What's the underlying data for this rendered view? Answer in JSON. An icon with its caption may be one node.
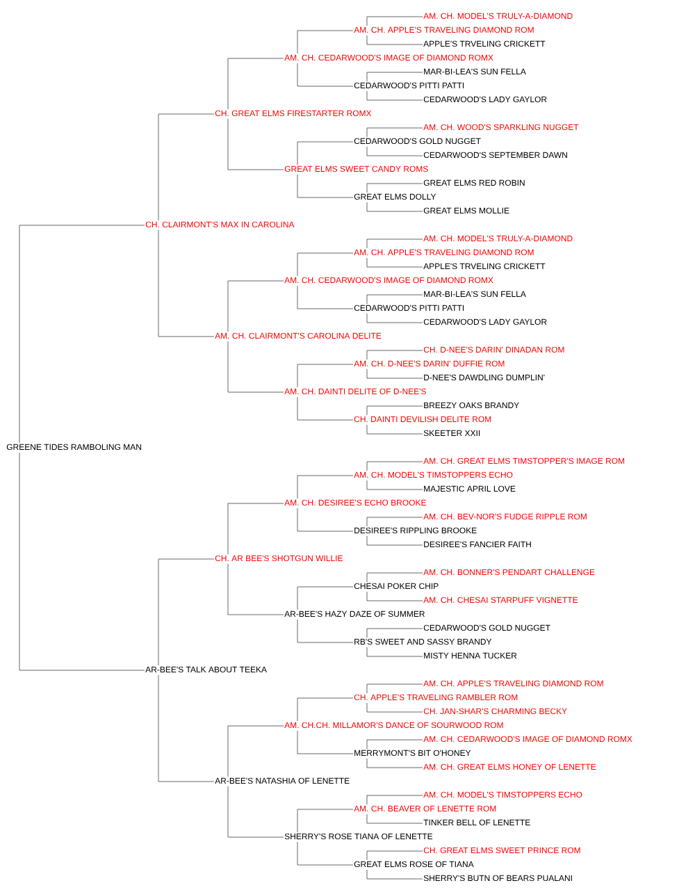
{
  "diagram": {
    "nodes": [
      {
        "text": [
          "AM. CH. MODEL'S TRULY-A-DIAMOND"
        ]
      },
      {
        "text": [
          "AM. CH. APPLE'S TRAVELING DIAMOND ROM"
        ]
      },
      {
        "text": [
          "APPLE'S TRVELING CRICKETT"
        ]
      },
      {
        "text": [
          "AM. CH. CEDARWOOD'S IMAGE OF DIAMOND ROMX"
        ]
      },
      {
        "text": [
          "MAR-BI-LEA'S SUN FELLA"
        ]
      },
      {
        "text": [
          "CEDARWOOD'S PITTI PATTI"
        ]
      },
      {
        "text": [
          "CEDARWOOD'S LADY GAYLOR"
        ]
      },
      {
        "text": [
          "CH. GREAT ELMS FIRESTARTER ROMX"
        ]
      },
      {
        "text": [
          "AM. CH. WOOD'S SPARKLING NUGGET"
        ]
      },
      {
        "text": [
          "CEDARWOOD'S GOLD NUGGET"
        ]
      },
      {
        "text": [
          "CEDARWOOD'S SEPTEMBER DAWN"
        ]
      },
      {
        "text": [
          "GREAT ELMS SWEET CANDY ROMS"
        ]
      },
      {
        "text": [
          "GREAT ELMS RED ROBIN"
        ]
      },
      {
        "text": [
          "GREAT ELMS DOLLY"
        ]
      },
      {
        "text": [
          "GREAT ELMS MOLLIE"
        ]
      },
      {
        "text": [
          "CH. CLAIRMONT'S MAX IN CAROLINA"
        ]
      },
      {
        "text": [
          "AM. CH. MODEL'S TRULY-A-DIAMOND"
        ]
      },
      {
        "text": [
          "AM. CH. APPLE'S TRAVELING DIAMOND ROM"
        ]
      },
      {
        "text": [
          "APPLE'S TRVELING CRICKETT"
        ]
      },
      {
        "text": [
          "AM. CH. CEDARWOOD'S IMAGE OF DIAMOND ROMX"
        ]
      },
      {
        "text": [
          "MAR-BI-LEA'S SUN FELLA"
        ]
      },
      {
        "text": [
          "CEDARWOOD'S PITTI PATTI"
        ]
      },
      {
        "text": [
          "CEDARWOOD'S LADY GAYLOR"
        ]
      },
      {
        "text": [
          "AM. CH. CLAIRMONT'S CAROLINA DELITE"
        ]
      },
      {
        "text": [
          "CH. D-NEE'S DARIN' DINADAN ROM"
        ]
      },
      {
        "text": [
          "AM. CH. D-NEE'S DARIN' DUFFIE ROM"
        ]
      },
      {
        "text": [
          "D-NEE'S DAWDLING DUMPLIN'"
        ]
      },
      {
        "text": [
          "AM. CH. DAINTI DELITE OF D-NEE'S"
        ]
      },
      {
        "text": [
          "BREEZY OAKS BRANDY"
        ]
      },
      {
        "text": [
          "CH. DAINTI DEVILISH DELITE ROM"
        ]
      },
      {
        "text": [
          "SKEETER XXII"
        ]
      },
      {
        "text": [
          "GREENE TIDES RAMBOLING MAN"
        ]
      },
      {
        "text": [
          "AM. CH. GREAT ELMS TIMSTOPPER'S IMAGE ROM"
        ]
      },
      {
        "text": [
          "AM. CH. MODEL'S TIMSTOPPERS ECHO"
        ]
      },
      {
        "text": [
          "MAJESTIC APRIL LOVE"
        ]
      },
      {
        "text": [
          "AM. CH. DESIREE'S ECHO BROOKE"
        ]
      },
      {
        "text": [
          "AM. CH. BEV-NOR'S FUDGE RIPPLE ROM"
        ]
      },
      {
        "text": [
          "DESIREE'S RIPPLING BROOKE"
        ]
      },
      {
        "text": [
          "DESIREE'S FANCIER FAITH"
        ]
      },
      {
        "text": [
          "CH. AR BEE'S SHOTGUN WILLIE"
        ]
      },
      {
        "text": [
          "AM. CH. BONNER'S PENDART CHALLENGE"
        ]
      },
      {
        "text": [
          "CHESAI POKER CHIP"
        ]
      },
      {
        "text": [
          "AM. CH. CHESAI STARPUFF VIGNETTE"
        ]
      },
      {
        "text": [
          "AR-BEE'S HAZY DAZE OF SUMMER"
        ]
      },
      {
        "text": [
          "CEDARWOOD'S GOLD NUGGET"
        ]
      },
      {
        "text": [
          "RB'S SWEET AND SASSY BRANDY"
        ]
      },
      {
        "text": [
          "MISTY HENNA TUCKER"
        ]
      },
      {
        "text": [
          "AR-BEE'S TALK ABOUT TEEKA"
        ]
      },
      {
        "text": [
          "AM. CH. APPLE'S TRAVELING DIAMOND ROM"
        ]
      },
      {
        "text": [
          "CH. APPLE'S TRAVELING RAMBLER ROM"
        ]
      },
      {
        "text": [
          "CH. JAN-SHAR'S CHARMING BECKY"
        ]
      },
      {
        "text": [
          "AM. CH.CH. MILLAMOR'S DANCE OF SOURWOOD ROM"
        ]
      },
      {
        "text": [
          "AM. CH. CEDARWOOD'S IMAGE OF DIAMOND ROMX"
        ]
      },
      {
        "text": [
          "MERRYMONT'S BIT O'HONEY"
        ]
      },
      {
        "text": [
          "AM. CH. GREAT ELMS HONEY OF LENETTE"
        ]
      },
      {
        "text": [
          "AR-BEE'S NATASHIA OF LENETTE"
        ]
      },
      {
        "text": [
          "AM. CH. MODEL'S TIMSTOPPERS ECHO"
        ]
      },
      {
        "text": [
          "AM. CH. BEAVER OF LENETTE ROM"
        ]
      },
      {
        "text": [
          "TINKER BELL OF LENETTE"
        ]
      },
      {
        "text": [
          "SHERRY'S ROSE TIANA OF LENETTE"
        ]
      },
      {
        "text": [
          "CH. GREAT ELMS SWEET PRINCE ROM"
        ]
      },
      {
        "text": [
          "GREAT ELMS ROSE OF TIANA"
        ]
      },
      {
        "text": [
          "SHERRY'S BUTN OF BEARS PUALANI"
        ]
      }
    ],
    "edges": [
      {
        "from": 31,
        "to": 15,
        "arrow": "none"
      },
      {
        "from": 31,
        "to": 47,
        "arrow": "none"
      },
      {
        "from": 15,
        "to": 7,
        "arrow": "none"
      },
      {
        "from": 15,
        "to": 23,
        "arrow": "none"
      },
      {
        "from": 47,
        "to": 39,
        "arrow": "none"
      },
      {
        "from": 47,
        "to": 55,
        "arrow": "none"
      },
      {
        "from": 7,
        "to": 3,
        "arrow": "none"
      },
      {
        "from": 7,
        "to": 11,
        "arrow": "none"
      },
      {
        "from": 23,
        "to": 19,
        "arrow": "none"
      },
      {
        "from": 23,
        "to": 27,
        "arrow": "none"
      },
      {
        "from": 39,
        "to": 35,
        "arrow": "none"
      },
      {
        "from": 39,
        "to": 43,
        "arrow": "none"
      },
      {
        "from": 55,
        "to": 51,
        "arrow": "none"
      },
      {
        "from": 55,
        "to": 59,
        "arrow": "none"
      },
      {
        "from": 3,
        "to": 1,
        "arrow": "none"
      },
      {
        "from": 3,
        "to": 5,
        "arrow": "none"
      },
      {
        "from": 11,
        "to": 9,
        "arrow": "none"
      },
      {
        "from": 11,
        "to": 13,
        "arrow": "none"
      },
      {
        "from": 19,
        "to": 17,
        "arrow": "none"
      },
      {
        "from": 19,
        "to": 21,
        "arrow": "none"
      },
      {
        "from": 27,
        "to": 25,
        "arrow": "none"
      },
      {
        "from": 27,
        "to": 29,
        "arrow": "none"
      },
      {
        "from": 35,
        "to": 33,
        "arrow": "none"
      },
      {
        "from": 35,
        "to": 37,
        "arrow": "none"
      },
      {
        "from": 43,
        "to": 41,
        "arrow": "none"
      },
      {
        "from": 43,
        "to": 45,
        "arrow": "none"
      },
      {
        "from": 51,
        "to": 49,
        "arrow": "none"
      },
      {
        "from": 51,
        "to": 53,
        "arrow": "none"
      },
      {
        "from": 59,
        "to": 57,
        "arrow": "none"
      },
      {
        "from": 59,
        "to": 61,
        "arrow": "none"
      },
      {
        "from": 1,
        "to": 0,
        "arrow": "none"
      },
      {
        "from": 1,
        "to": 2,
        "arrow": "none"
      },
      {
        "from": 5,
        "to": 4,
        "arrow": "none"
      },
      {
        "from": 5,
        "to": 6,
        "arrow": "none"
      },
      {
        "from": 9,
        "to": 8,
        "arrow": "none"
      },
      {
        "from": 9,
        "to": 10,
        "arrow": "none"
      },
      {
        "from": 13,
        "to": 12,
        "arrow": "none"
      },
      {
        "from": 13,
        "to": 14,
        "arrow": "none"
      },
      {
        "from": 17,
        "to": 16,
        "arrow": "none"
      },
      {
        "from": 17,
        "to": 18,
        "arrow": "none"
      },
      {
        "from": 21,
        "to": 20,
        "arrow": "none"
      },
      {
        "from": 21,
        "to": 22,
        "arrow": "none"
      },
      {
        "from": 25,
        "to": 24,
        "arrow": "none"
      },
      {
        "from": 25,
        "to": 26,
        "arrow": "none"
      },
      {
        "from": 29,
        "to": 28,
        "arrow": "none"
      },
      {
        "from": 29,
        "to": 30,
        "arrow": "none"
      },
      {
        "from": 33,
        "to": 32,
        "arrow": "none"
      },
      {
        "from": 33,
        "to": 34,
        "arrow": "none"
      },
      {
        "from": 37,
        "to": 36,
        "arrow": "none"
      },
      {
        "from": 37,
        "to": 38,
        "arrow": "none"
      },
      {
        "from": 41,
        "to": 40,
        "arrow": "none"
      },
      {
        "from": 41,
        "to": 42,
        "arrow": "none"
      },
      {
        "from": 45,
        "to": 44,
        "arrow": "none"
      },
      {
        "from": 45,
        "to": 46,
        "arrow": "none"
      },
      {
        "from": 49,
        "to": 48,
        "arrow": "none"
      },
      {
        "from": 49,
        "to": 50,
        "arrow": "none"
      },
      {
        "from": 53,
        "to": 52,
        "arrow": "none"
      },
      {
        "from": 53,
        "to": 54,
        "arrow": "none"
      },
      {
        "from": 57,
        "to": 56,
        "arrow": "none"
      },
      {
        "from": 57,
        "to": 58,
        "arrow": "none"
      },
      {
        "from": 61,
        "to": 60,
        "arrow": "none"
      },
      {
        "from": 61,
        "to": 62,
        "arrow": "none"
      }
    ]
  }
}
